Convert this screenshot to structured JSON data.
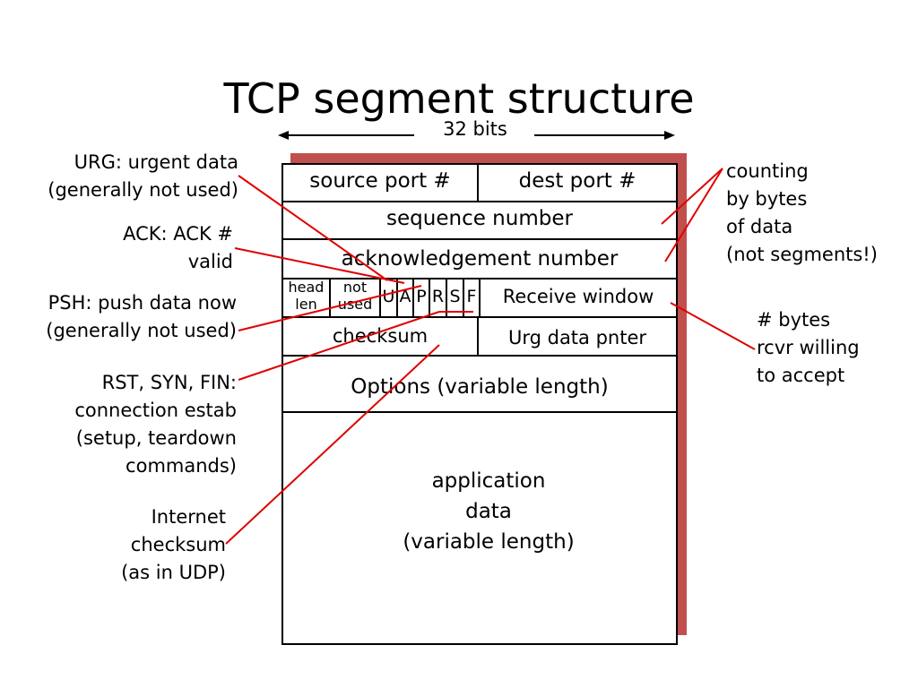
{
  "title": "TCP segment structure",
  "width_label": "32 bits",
  "fields": {
    "source_port": "source port #",
    "dest_port": "dest port #",
    "sequence_number": "sequence number",
    "acknowledgement_number": "acknowledgement number",
    "head_len": [
      "head",
      "len"
    ],
    "not_used": [
      "not",
      "used"
    ],
    "flags": [
      "U",
      "A",
      "P",
      "R",
      "S",
      "F"
    ],
    "receive_window": "Receive window",
    "checksum": "checksum",
    "urg_data_pointer": "Urg data pnter",
    "options": "Options (variable length)",
    "application_data": [
      "application",
      "data",
      "(variable length)"
    ]
  },
  "annotations": {
    "urg": [
      "URG: urgent data",
      "(generally not used)"
    ],
    "ack": [
      "ACK: ACK #",
      "valid"
    ],
    "psh": [
      "PSH: push data now",
      "(generally not used)"
    ],
    "rst_syn_fin": [
      "RST, SYN, FIN:",
      "connection estab",
      "(setup, teardown",
      "commands)"
    ],
    "internet_checksum": [
      "Internet",
      "checksum",
      "(as in UDP)"
    ],
    "counting": [
      "counting",
      "by bytes",
      "of data",
      "(not segments!)"
    ],
    "bytes_rcvr": [
      "# bytes",
      "rcvr willing",
      "to accept"
    ]
  },
  "colors": {
    "callout_line": "#e00000",
    "shadow": "#c0504d",
    "border": "#000000"
  }
}
